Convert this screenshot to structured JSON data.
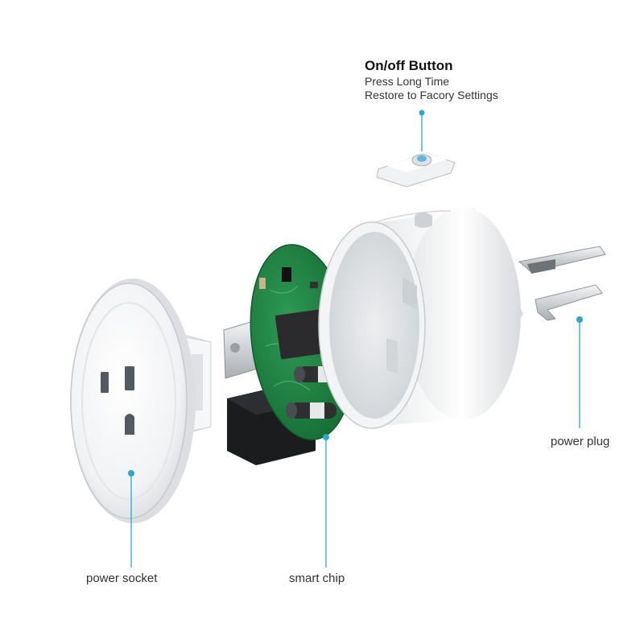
{
  "diagram": {
    "accent_color": "#29a8d4",
    "button_callout": {
      "title": "On/off Button",
      "line1": "Press Long Time",
      "line2": "Restore to Facory Settings"
    },
    "labels": {
      "power_socket": "power socket",
      "smart_chip": "smart chip",
      "power_plug": "power plug"
    },
    "components": [
      {
        "name": "socket-faceplate-icon"
      },
      {
        "name": "circuit-board-icon"
      },
      {
        "name": "housing-cylinder-icon"
      },
      {
        "name": "button-part-icon"
      },
      {
        "name": "plug-prongs-icon"
      }
    ]
  }
}
